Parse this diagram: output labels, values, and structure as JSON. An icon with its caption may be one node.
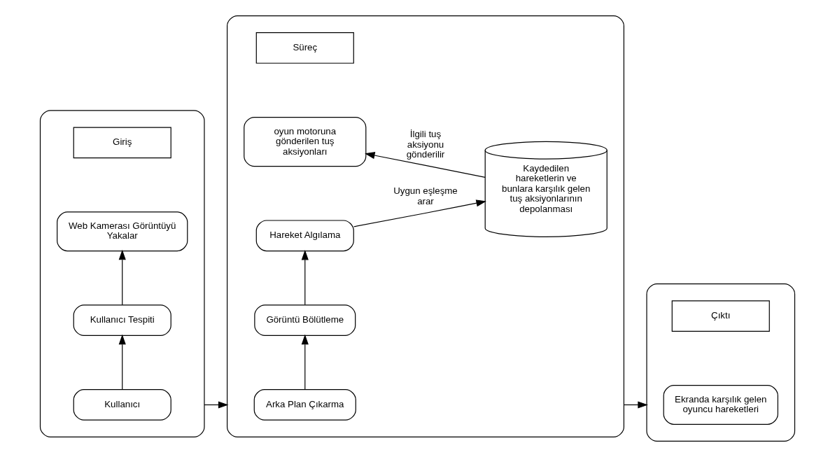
{
  "diagram": {
    "nodes": [
      {
        "text": [],
        "shape": "box"
      },
      {
        "text": [
          "Kullanıcı"
        ],
        "in": 0
      },
      {
        "text": [
          "Kullanıcı Tespiti"
        ],
        "in": 0
      },
      {
        "text": [
          "Web Kamerası Görüntüyü Yakalar"
        ],
        "in": 0
      },
      {
        "text": [
          "Giriş"
        ],
        "in": 0
      },
      {
        "text": [],
        "shape": "box"
      },
      {
        "text": [
          "Arka Plan Çıkarma"
        ],
        "in": 5
      },
      {
        "text": [
          "Görüntü Bölütleme"
        ],
        "in": 5
      },
      {
        "text": [
          "Hareket Algılama"
        ],
        "in": 5
      },
      {
        "text": [
          "Kaydedilen hareketlerin ve bunlara karşılık gelen tuş aksiyonlarının depolanması"
        ],
        "in": 5
      },
      {
        "text": [
          "oyun motoruna gönderilen tuş aksiyonları"
        ],
        "in": 5
      },
      {
        "text": [
          "Süreç"
        ],
        "in": 5
      },
      {
        "text": [],
        "shape": "box"
      },
      {
        "text": [
          "Ekranda karşılık gelen oyuncu hareketleri"
        ],
        "in": 12
      },
      {
        "text": [
          "Çıktı"
        ],
        "in": 12
      }
    ],
    "edges": [
      {
        "from": 1,
        "to": 2,
        "arrow": "to"
      },
      {
        "from": 2,
        "to": 3,
        "arrow": "to"
      },
      {
        "from": 0,
        "to": 5,
        "arrow": "to"
      },
      {
        "from": 6,
        "to": 7,
        "arrow": "to"
      },
      {
        "from": 7,
        "to": 8,
        "arrow": "to"
      },
      {
        "from": 8,
        "to": 9,
        "label": "Uygun eşleşme arar",
        "arrow": "to"
      },
      {
        "from": 9,
        "to": 10,
        "label": "İlgili tuş aksiyonu gönderilir",
        "arrow": "to"
      },
      {
        "from": 5,
        "to": 12,
        "arrow": "to"
      }
    ]
  }
}
